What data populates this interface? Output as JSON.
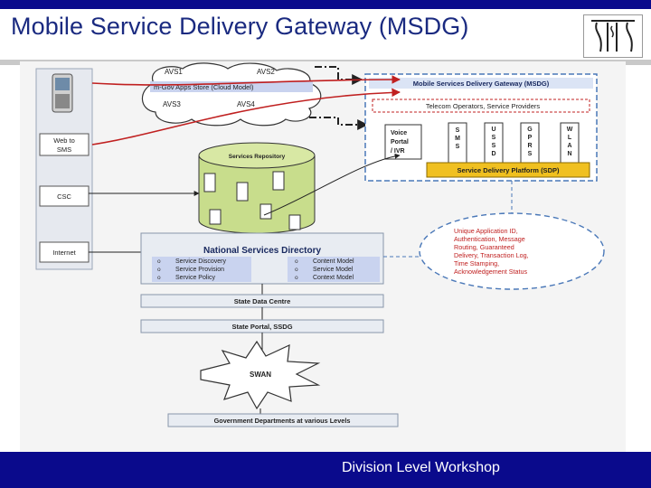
{
  "slide": {
    "title": "Mobile Service Delivery Gateway (MSDG)",
    "footer": "Division Level Workshop"
  },
  "colors": {
    "bar": "#0a0a8c",
    "title": "#1a2a80",
    "msdg_border": "#4a78b8",
    "repo_green": "#c8dd8c",
    "sdp_yellow": "#f0c020",
    "red_arrow": "#c02020"
  },
  "channels": [
    "Web to SMS",
    "CSC",
    "Internet"
  ],
  "cloud": {
    "avs_top": [
      "AVS1",
      "AVS2"
    ],
    "label": "m-Gov Apps Store (Cloud Model)",
    "avs_bottom": [
      "AVS3",
      "AVS4"
    ]
  },
  "msdg": {
    "header": "Mobile Services Delivery Gateway (MSDG)",
    "operators": "Telecom Operators, Service Providers",
    "voice_portal": [
      "Voice",
      "Portal",
      "/ IVR"
    ],
    "sms": [
      "S",
      "M",
      "S"
    ],
    "ussd": [
      "U",
      "S",
      "S",
      "D"
    ],
    "gprs": [
      "G",
      "P",
      "R",
      "S"
    ],
    "wlan": [
      "W",
      "L",
      "A",
      "N"
    ],
    "sdp": "Service Delivery Platform (SDP)"
  },
  "repository": {
    "label": "Services Repository"
  },
  "nsd": {
    "title": "National Services Directory",
    "left_items": [
      "Service Discovery",
      "Service Provision",
      "Service Policy"
    ],
    "right_items": [
      "Content Model",
      "Service Model",
      "Context Model"
    ]
  },
  "ellipse_lines": [
    "Unique Application ID,",
    "Authentication, Message",
    "Routing, Guaranteed",
    "Delivery, Transaction Log,",
    "Time Stamping,",
    "Acknowledgement Status"
  ],
  "stack": {
    "sdc": "State Data Centre",
    "portal": "State Portal, SSDG",
    "swan": "SWAN",
    "govt": "Government Departments at various Levels"
  }
}
